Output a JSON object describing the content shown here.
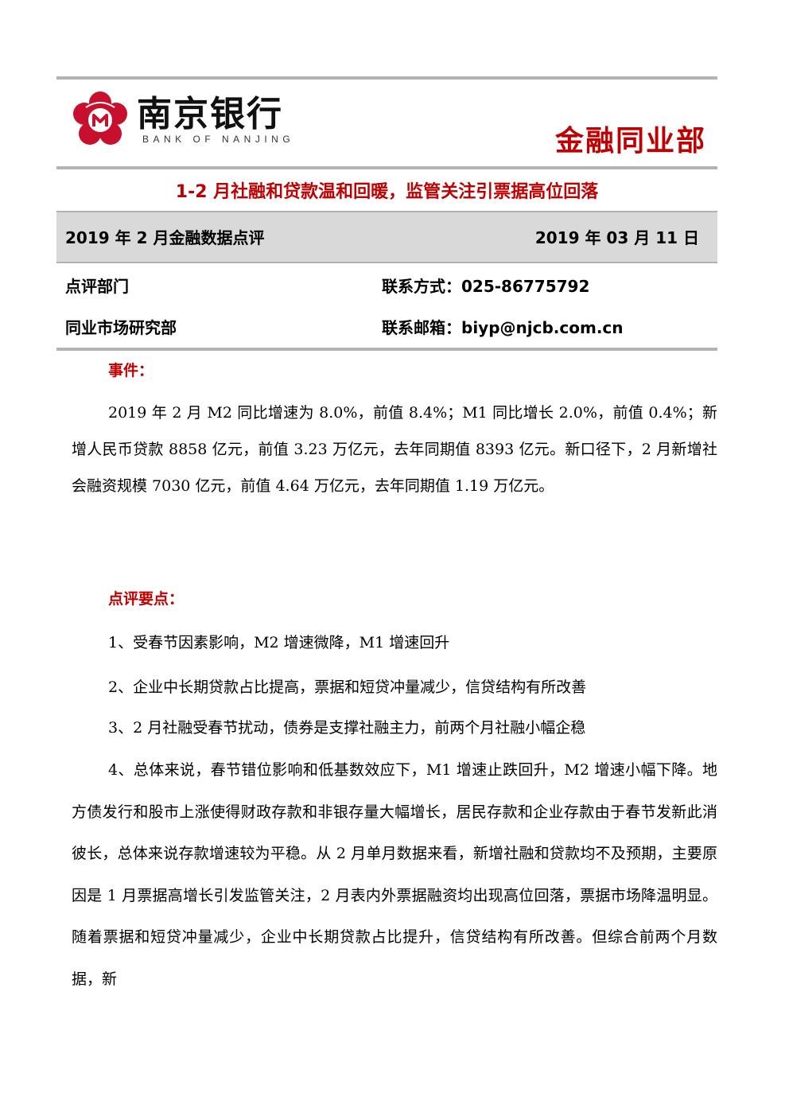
{
  "header": {
    "brand_cn": "南京银行",
    "brand_en": "BANK OF NANJING",
    "department": "金融同业部",
    "brand_color": "#c00000",
    "logo_icon": "bank-of-nanjing-flower-logo"
  },
  "headline": "1-2 月社融和贷款温和回暖，监管关注引票据高位回落",
  "report_band": {
    "title": "2019 年 2 月金融数据点评",
    "date": "2019 年 03 月 11 日"
  },
  "info": {
    "dept_label": "点评部门",
    "dept_value": "同业市场研究部",
    "phone": "联系方式：025-86775792",
    "email": "联系邮箱：biyp@njcb.com.cn"
  },
  "event": {
    "heading": "事件：",
    "body": "2019 年 2 月 M2 同比增速为 8.0%，前值 8.4%；M1 同比增长 2.0%，前值 0.4%；新增人民币贷款 8858 亿元，前值 3.23 万亿元，去年同期值 8393 亿元。新口径下，2 月新增社会融资规模 7030 亿元，前值 4.64 万亿元，去年同期值 1.19 万亿元。"
  },
  "points": {
    "heading": "点评要点：",
    "items": [
      "1、受春节因素影响，M2 增速微降，M1 增速回升",
      "2、企业中长期贷款占比提高，票据和短贷冲量减少，信贷结构有所改善",
      "3、2 月社融受春节扰动，债券是支撑社融主力，前两个月社融小幅企稳"
    ],
    "summary": "4、总体来说，春节错位影响和低基数效应下，M1 增速止跌回升，M2 增速小幅下降。地方债发行和股市上涨使得财政存款和非银存量大幅增长，居民存款和企业存款由于春节发新此消彼长，总体来说存款增速较为平稳。从 2 月单月数据来看，新增社融和贷款均不及预期，主要原因是 1 月票据高增长引发监管关注，2 月表内外票据融资均出现高位回落，票据市场降温明显。随着票据和短贷冲量减少，企业中长期贷款占比提升，信贷结构有所改善。但综合前两个月数据，新"
  }
}
